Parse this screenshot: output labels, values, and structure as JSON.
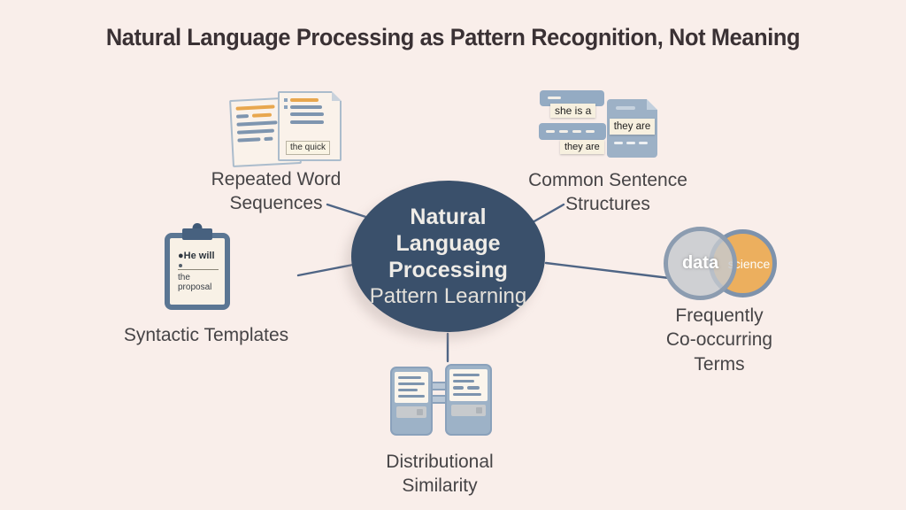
{
  "title": "Natural Language Processing as Pattern Recognition, Not Meaning",
  "center_node": {
    "title_lines": [
      "Natural",
      "Language",
      "Processing"
    ],
    "subtitle": "Pattern Learning"
  },
  "nodes": {
    "repeated_word_sequences": {
      "label": "Repeated Word\nSequences",
      "icon": "overlapping-documents-icon",
      "doc_text": "the quick"
    },
    "common_sentence_structures": {
      "label": "Common Sentence\nStructures",
      "icon": "sentence-blocks-icon",
      "chips": [
        "she is a",
        "they are",
        "they are"
      ]
    },
    "syntactic_templates": {
      "label": "Syntactic Templates",
      "icon": "clipboard-icon",
      "paper_line1": "He will",
      "paper_line2": "the proposal"
    },
    "frequently_cooccurring_terms": {
      "label": "Frequently\nCo-occurring\nTerms",
      "icon": "venn-diagram-icon",
      "venn_left_term": "data",
      "venn_right_term": "science"
    },
    "distributional_similarity": {
      "label": "Distributional\nSimilarity",
      "icon": "paired-documents-icon"
    }
  },
  "colors": {
    "background": "#f9eeea",
    "center_ellipse": "#3a506b",
    "center_text": "#efece7",
    "connector": "#4f6585",
    "label_text": "#464446",
    "icon_blue": "#94abc3",
    "accent_orange": "#e8a74e",
    "doc_line_blue": "#7e95af",
    "venn_left_fill": "#c6c9ce",
    "venn_right_fill": "#ecaf5e"
  }
}
